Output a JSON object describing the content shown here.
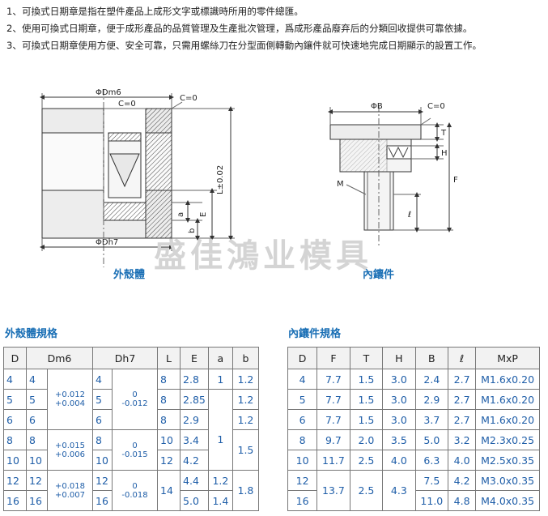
{
  "notes": [
    "1、可換式日期章是指在塑件產品上成形文字或標識時所用的零件總匯。",
    "2、使用可換式日期章，便于成形產品的品質管理及生產批次管理，爲成形產品廢弃后的分類回收提供可靠依據。",
    "3、可換式日期章使用方便、安全可靠，只需用螺絲刀在分型面側轉動內鑲件就可快速地完成日期顯示的設置工作。"
  ],
  "drawing": {
    "outer": {
      "caption": "外殼體",
      "labels": {
        "dm6": "ΦDm6",
        "c0": "C=0",
        "c0b": "C=0",
        "l": "L±0.02",
        "e": "E",
        "a": "a",
        "b": "b",
        "dh7": "ΦDh7"
      }
    },
    "inner": {
      "caption": "內鑲件",
      "labels": {
        "phib": "ΦB",
        "c0": "C=0",
        "t": "T",
        "h": "H",
        "f": "F",
        "m": "M",
        "ell": "ℓ"
      }
    }
  },
  "watermark": "盛佳鴻业模具",
  "shell_table": {
    "title": "外殼體規格",
    "headers": [
      "D",
      "Dm6",
      "Dh7",
      "L",
      "E",
      "a",
      "b"
    ],
    "groups": [
      {
        "tol_dm6": [
          "+0.012",
          "+0.004"
        ],
        "tol_dh7": [
          "0",
          "-0.012"
        ],
        "rows": [
          {
            "d": "4",
            "dm6": "4",
            "dh7": "4",
            "l": "8",
            "e": "2.8",
            "a": "1",
            "b": "1.2"
          },
          {
            "d": "5",
            "dm6": "5",
            "dh7": "5",
            "l": "8",
            "e": "2.85",
            "b": "1.2"
          },
          {
            "d": "6",
            "dm6": "6",
            "dh7": "6",
            "l": "8",
            "e": "2.9",
            "b": "1.2"
          }
        ]
      },
      {
        "tol_dm6": [
          "+0.015",
          "+0.006"
        ],
        "tol_dh7": [
          "0",
          "-0.015"
        ],
        "rows": [
          {
            "d": "8",
            "dm6": "8",
            "dh7": "8",
            "l": "10",
            "e": "3.4"
          },
          {
            "d": "10",
            "dm6": "10",
            "dh7": "10",
            "l": "12",
            "e": "4.2"
          }
        ]
      },
      {
        "tol_dm6": [
          "+0.018",
          "+0.007"
        ],
        "tol_dh7": [
          "0",
          "-0.018"
        ],
        "rows": [
          {
            "d": "12",
            "dm6": "12",
            "dh7": "12",
            "l": "14",
            "e": "4.4",
            "a": "1.2"
          },
          {
            "d": "16",
            "dm6": "16",
            "dh7": "16",
            "e": "5.0",
            "a": "1.4"
          }
        ]
      }
    ],
    "merged": {
      "a_6_10": "1",
      "b_8_10": "1.5",
      "b_12_16": "1.8"
    }
  },
  "insert_table": {
    "title": "內鑲件規格",
    "headers": [
      "D",
      "F",
      "T",
      "H",
      "B",
      "ℓ",
      "MxP"
    ],
    "rows": [
      {
        "d": "4",
        "f": "7.7",
        "t": "1.5",
        "h": "3.0",
        "b": "2.4",
        "l": "2.7",
        "mxp": "M1.6x0.20"
      },
      {
        "d": "5",
        "f": "7.7",
        "t": "1.5",
        "h": "3.0",
        "b": "2.9",
        "l": "2.7",
        "mxp": "M1.6x0.20"
      },
      {
        "d": "6",
        "f": "7.7",
        "t": "1.5",
        "h": "3.0",
        "b": "3.7",
        "l": "2.7",
        "mxp": "M1.6x0.20"
      },
      {
        "d": "8",
        "f": "9.7",
        "t": "2.0",
        "h": "3.5",
        "b": "5.0",
        "l": "3.2",
        "mxp": "M2.3x0.25"
      },
      {
        "d": "10",
        "f": "11.7",
        "t": "2.5",
        "h": "4.0",
        "b": "6.3",
        "l": "4.0",
        "mxp": "M2.5x0.35"
      },
      {
        "d": "12",
        "b": "7.5",
        "l": "4.2",
        "mxp": "M3.0x0.35"
      },
      {
        "d": "16",
        "b": "11.0",
        "l": "4.8",
        "mxp": "M4.0x0.35"
      }
    ],
    "merged": {
      "f_12_16": "13.7",
      "t_12_16": "2.5",
      "h_12_16": "4.3"
    }
  }
}
